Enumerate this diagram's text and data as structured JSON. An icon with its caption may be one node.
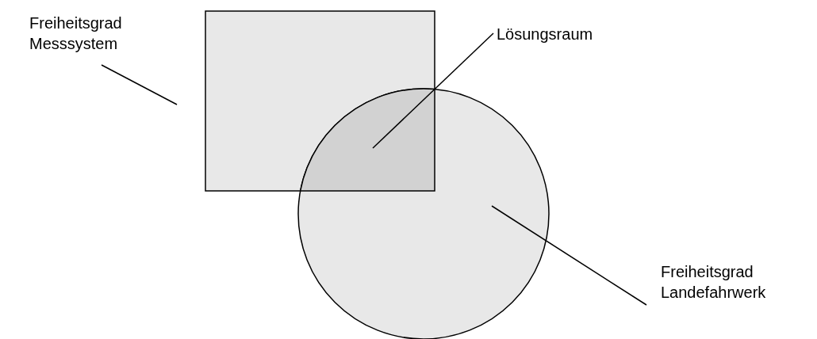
{
  "diagram": {
    "nodes": [
      {
        "text": [
          "Freiheitsgrad Messsystem"
        ]
      },
      {
        "text": [],
        "shape": "box"
      },
      {
        "text": [
          "Lösungsraum"
        ]
      },
      {
        "text": [],
        "shape": "lens"
      },
      {
        "text": [],
        "shape": "circle"
      },
      {
        "text": [
          "Freiheitsgrad Landefahrwerk"
        ]
      }
    ],
    "edges": [
      {
        "from": 0,
        "to": 1,
        "arrow": "none"
      },
      {
        "from": 2,
        "to": 3,
        "arrow": "none"
      },
      {
        "from": 5,
        "to": 4,
        "arrow": "none"
      }
    ]
  }
}
